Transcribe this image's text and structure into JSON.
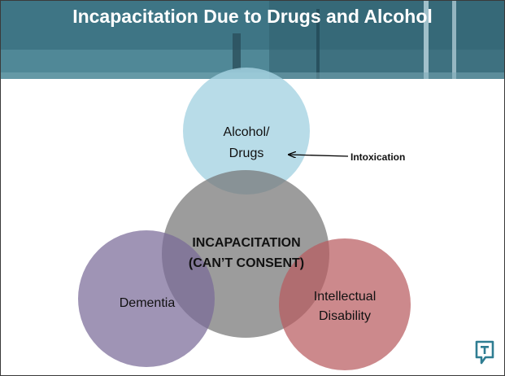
{
  "slide": {
    "title": "Incapacitation Due to Drugs and Alcohol"
  },
  "diagram": {
    "center": [
      "INCAPACITATION",
      "(CAN’T CONSENT)"
    ],
    "top_circle": [
      "Alcohol/",
      "Drugs"
    ],
    "left_circle": [
      "Dementia"
    ],
    "right_circle": [
      "Intellectual",
      "Disability"
    ],
    "annotation": "Intoxication"
  },
  "colors": {
    "banner": "#3f7686",
    "top_circle": "#a6d3e2",
    "center_circle": "#767676",
    "left_circle": "#7a6b98",
    "right_circle": "#b85b60",
    "logo": "#2f7d92"
  },
  "icons": {
    "logo": "brand-logo-icon"
  }
}
